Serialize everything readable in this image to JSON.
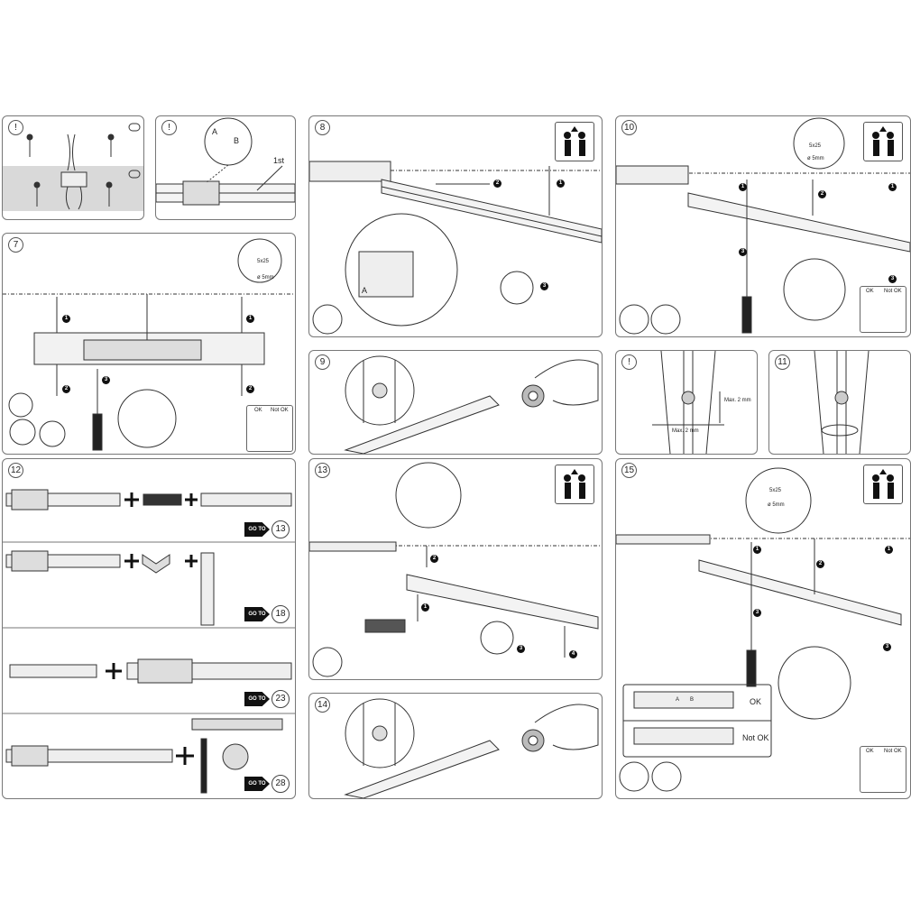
{
  "panels": {
    "p_warn1": {
      "label": "!"
    },
    "p_warn2": {
      "label": "!",
      "first_label": "1st",
      "letter_a": "A",
      "letter_b": "B"
    },
    "p7": {
      "num": "7",
      "anchor": "5x25",
      "drill": "ø 5mm",
      "ok": "OK",
      "notok": "Not OK"
    },
    "p8": {
      "num": "8",
      "letter_a": "A"
    },
    "p9": {
      "num": "9"
    },
    "p10": {
      "num": "10",
      "anchor": "5x25",
      "drill": "ø 5mm",
      "ok": "OK",
      "notok": "Not OK"
    },
    "p_warn3": {
      "label": "!",
      "max_v": "Max. 2 mm",
      "max_h": "Max. 2 mm"
    },
    "p11": {
      "num": "11"
    },
    "p12": {
      "num": "12",
      "goto_label": "GO TO",
      "goto_refs": [
        "13",
        "18",
        "23",
        "28"
      ]
    },
    "p13": {
      "num": "13"
    },
    "p14": {
      "num": "14"
    },
    "p15": {
      "num": "15",
      "anchor": "5x25",
      "drill": "ø 5mm",
      "ok_label": "OK",
      "notok_label": "Not OK",
      "ok": "OK",
      "notok": "Not OK",
      "letter_a": "A",
      "letter_b": "B"
    }
  },
  "steps": [
    "1",
    "2",
    "3",
    "4"
  ]
}
